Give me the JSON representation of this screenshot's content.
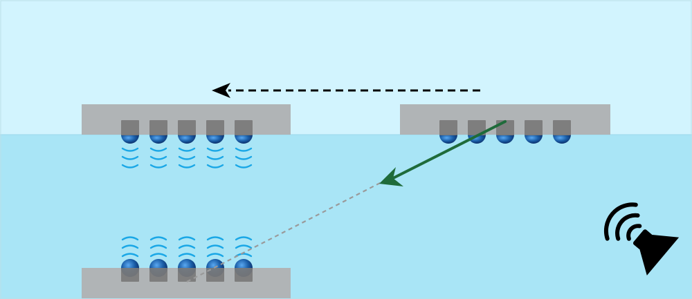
{
  "diagram": {
    "colors": {
      "air": "#d2f4fe",
      "water": "#a9e5f6",
      "plate": "#b0b4b6",
      "transducer_post": "#7a7a7a",
      "transducer_dome": "#1a5ea8",
      "wave": "#1aa7e6",
      "motion_arrow": "#000000",
      "beam_arrow": "#1f6b3a",
      "beam_trace": "#9a9a9a",
      "speaker": "#000000"
    },
    "elements_per_array": 5,
    "arrays": [
      {
        "id": "top-left-array",
        "orientation": "facing-down",
        "emitting": true
      },
      {
        "id": "top-right-array",
        "orientation": "facing-down",
        "emitting": false
      },
      {
        "id": "bottom-left-array",
        "orientation": "facing-up",
        "emitting": true
      }
    ],
    "motion_arrow": {
      "direction": "left",
      "style": "dashed"
    },
    "beam_arrow": {
      "style": "solid"
    },
    "beam_trace": {
      "style": "dashed"
    },
    "icons": [
      "speaker-icon"
    ]
  }
}
